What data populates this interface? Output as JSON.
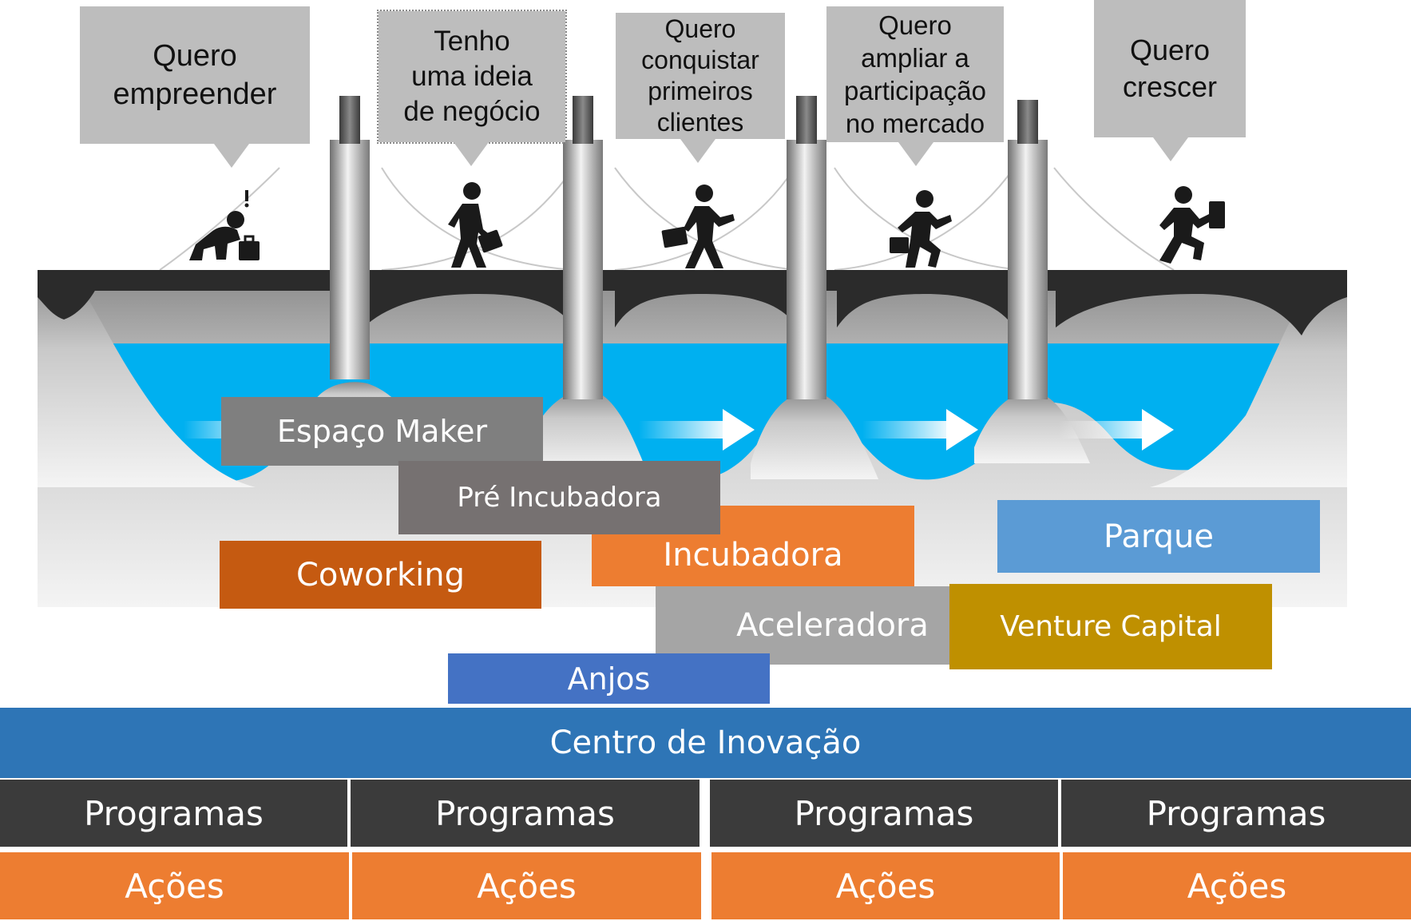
{
  "colors": {
    "water": "#00b0f0",
    "bridge_deck": "#2b2b2b",
    "bubble": "#bdbdbd",
    "espaco_maker": "#7f7f7f",
    "pre_incubadora": "#767171",
    "coworking": "#c55a11",
    "incubadora": "#ed7d31",
    "parque": "#5b9bd5",
    "aceleradora": "#a5a5a5",
    "venture_capital": "#bf9000",
    "anjos": "#4472c4",
    "centro": "#2e75b6",
    "programas": "#3b3b3b",
    "acoes": "#ed7d31"
  },
  "stages": [
    {
      "lines": [
        "Quero",
        "empreender"
      ],
      "figure": "kneeling-person-with-briefcase-icon"
    },
    {
      "lines": [
        "Tenho",
        "uma ideia",
        "de negócio"
      ],
      "figure": "walking-person-with-briefcase-icon"
    },
    {
      "lines": [
        "Quero",
        "conquistar",
        "primeiros",
        "clientes"
      ],
      "figure": "walking-person-with-briefcase-icon"
    },
    {
      "lines": [
        "Quero",
        "ampliar a",
        "participação",
        "no mercado"
      ],
      "figure": "striding-person-icon"
    },
    {
      "lines": [
        "Quero",
        "crescer"
      ],
      "figure": "running-person-with-briefcase-icon"
    }
  ],
  "blocks": {
    "espaco_maker": "Espaço Maker",
    "pre_incubadora": "Pré Incubadora",
    "coworking": "Coworking",
    "incubadora": "Incubadora",
    "parque": "Parque",
    "aceleradora": "Aceleradora",
    "venture_capital": "Venture Capital",
    "anjos": "Anjos"
  },
  "centro": "Centro de Inovação",
  "programas": [
    "Programas",
    "Programas",
    "Programas",
    "Programas"
  ],
  "acoes": [
    "Ações",
    "Ações",
    "Ações",
    "Ações"
  ]
}
